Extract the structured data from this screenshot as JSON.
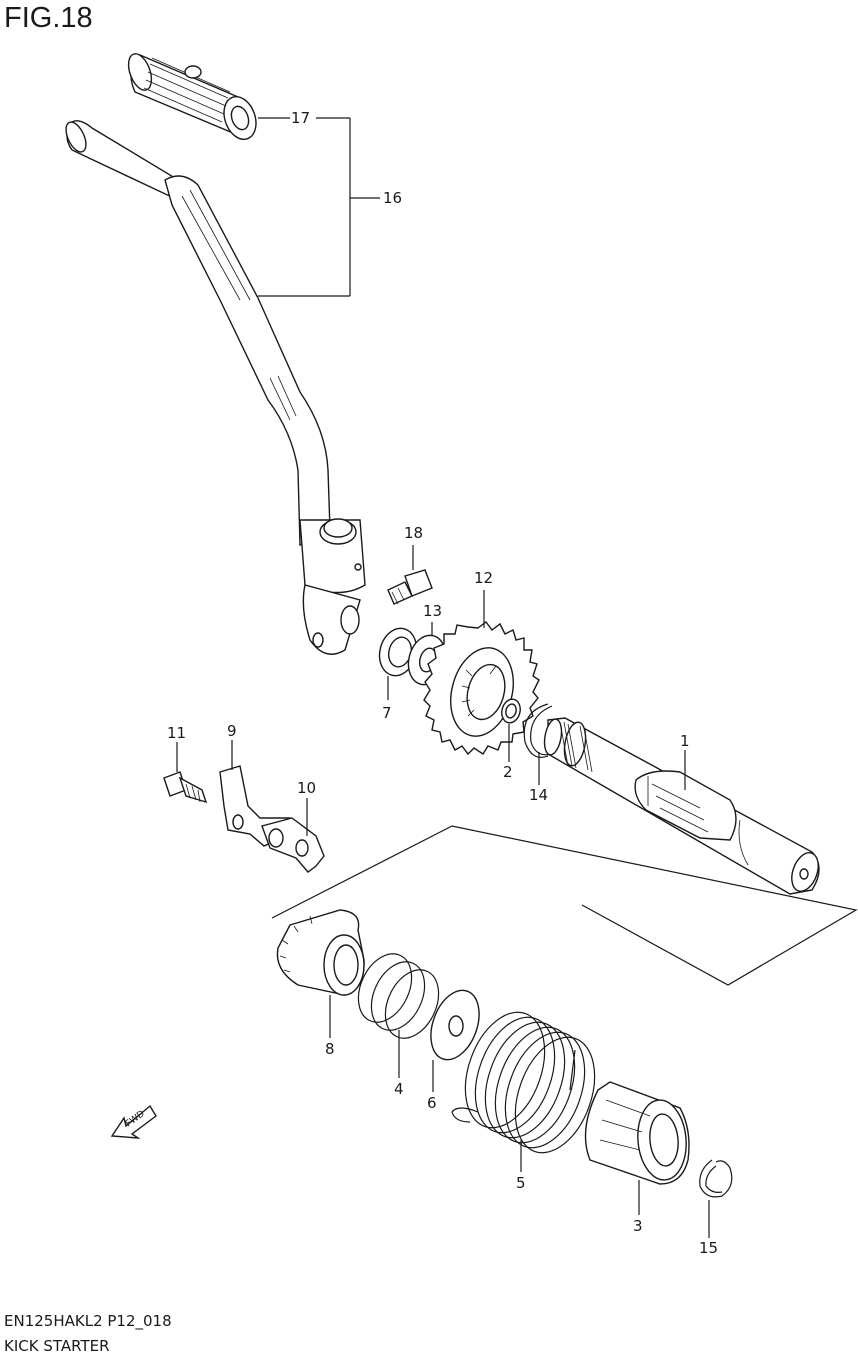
{
  "figure": {
    "title": "FIG.18",
    "model_code": "EN125HAKL2 P12_018",
    "section_name": "KICK STARTER",
    "fwd_label": "FWD"
  },
  "callouts": {
    "c1": "1",
    "c2": "2",
    "c3": "3",
    "c4": "4",
    "c5": "5",
    "c6": "6",
    "c7": "7",
    "c8": "8",
    "c9": "9",
    "c10": "10",
    "c11": "11",
    "c12": "12",
    "c13": "13",
    "c14": "14",
    "c15": "15",
    "c16": "16",
    "c17": "17",
    "c18": "18"
  }
}
